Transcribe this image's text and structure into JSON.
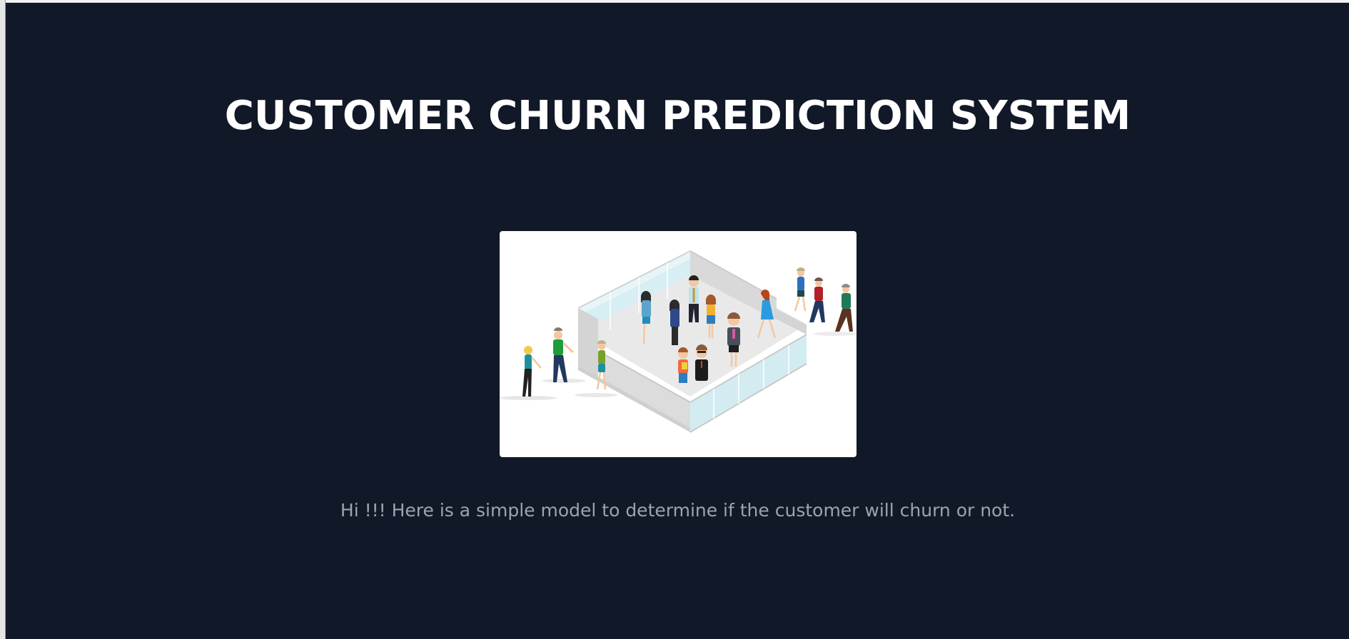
{
  "page": {
    "title": "CUSTOMER CHURN PREDICTION SYSTEM",
    "hero_image": {
      "alt": "Illustration of customers walking into and out of an office room",
      "icon": "people-room-illustration"
    },
    "intro_text": "Hi !!! Here is a simple model to determine if the customer will churn or not."
  },
  "colors": {
    "background": "#111827",
    "title": "#ffffff",
    "intro_text": "#9ca3af",
    "card": "#ffffff"
  }
}
